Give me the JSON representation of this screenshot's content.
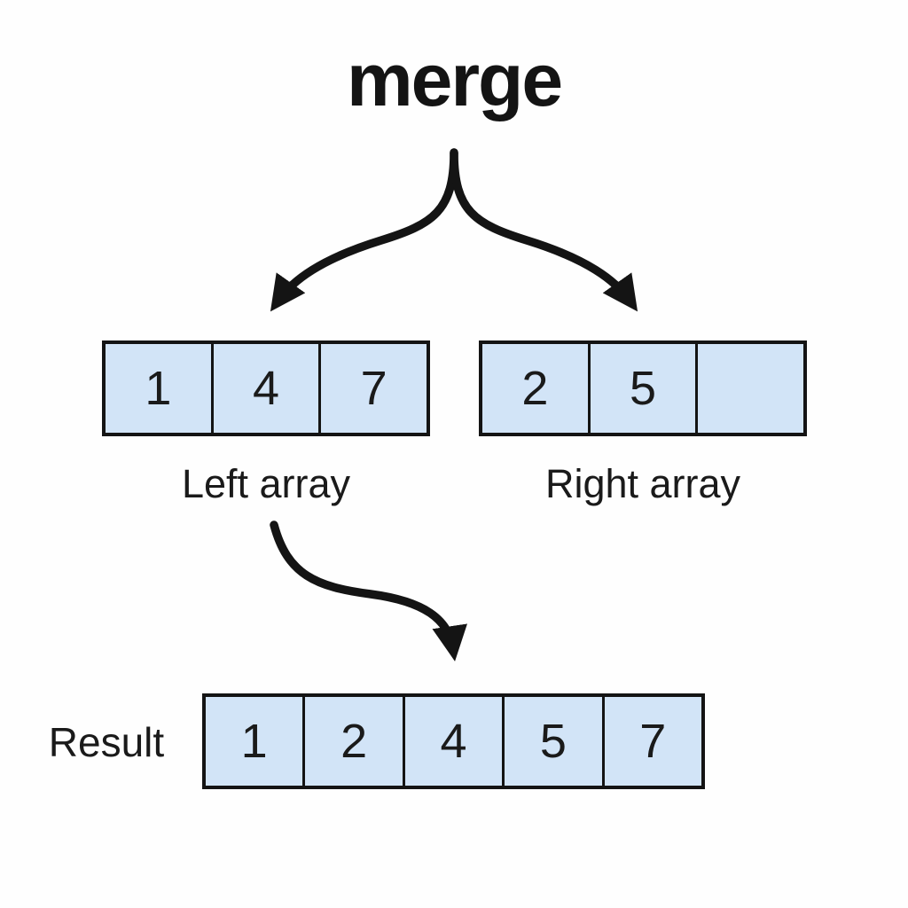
{
  "title": "merge",
  "left_array": {
    "label": "Left array",
    "values": [
      "1",
      "4",
      "7"
    ]
  },
  "right_array": {
    "label": "Right array",
    "values": [
      "2",
      "5",
      ""
    ]
  },
  "result": {
    "label": "Result",
    "values": [
      "1",
      "2",
      "4",
      "5",
      "7"
    ]
  },
  "arrows": {
    "split_arrow": "merge-to-left-and-right-arrays",
    "merge_arrow": "left-array-to-result"
  },
  "colors": {
    "background": "#fefefe",
    "cell_fill": "#d2e4f7",
    "outline": "#141414",
    "text": "#1a1a1a"
  }
}
